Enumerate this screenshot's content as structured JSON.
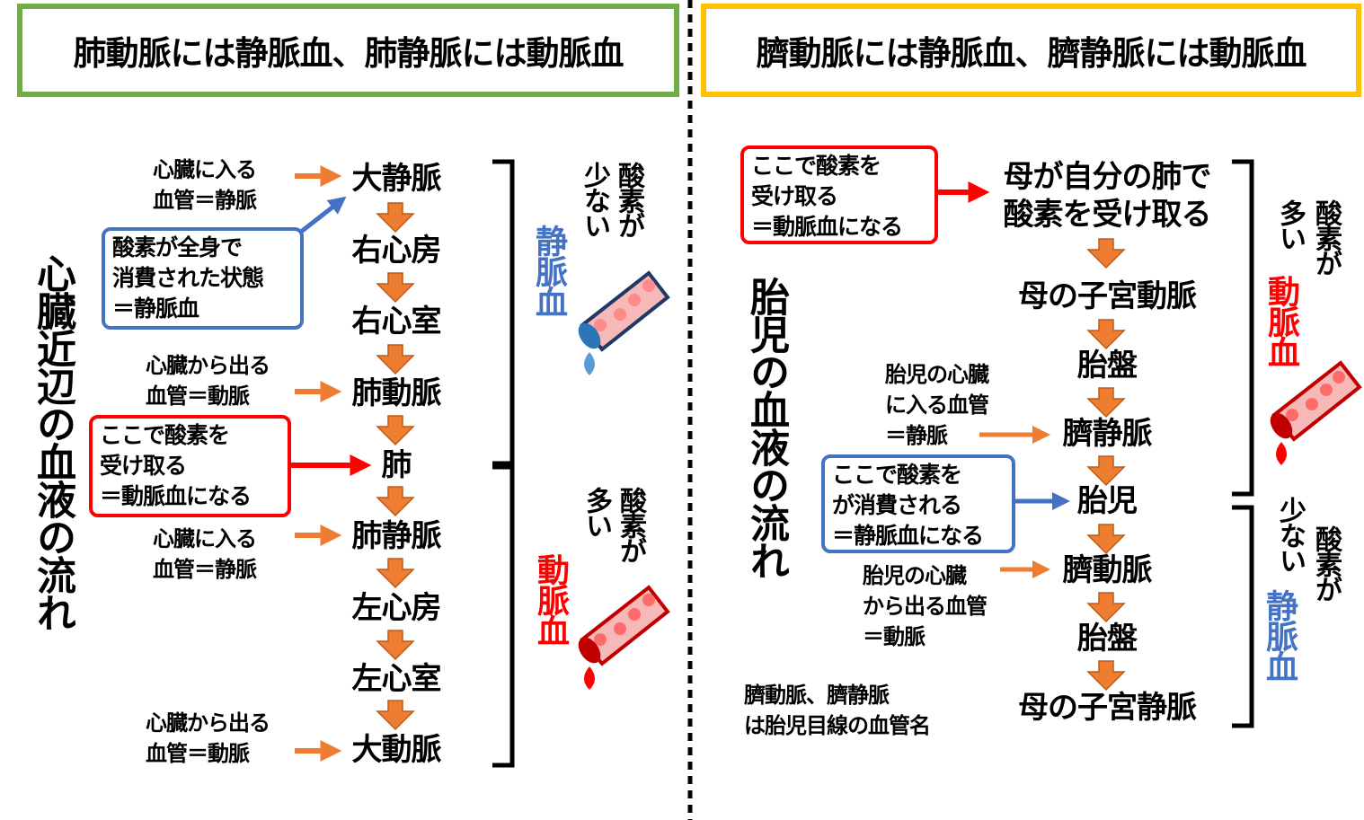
{
  "left": {
    "title": "肺動脈には静脈血、肺静脈には動脈血",
    "title_color": "#70AD47",
    "side_title": "心臓近辺の血液の流れ",
    "nodes": [
      "大静脈",
      "右心房",
      "右心室",
      "肺動脈",
      "肺",
      "肺静脈",
      "左心房",
      "左心室",
      "大動脈"
    ],
    "labels": [
      {
        "lines": [
          "心臓に入る",
          "血管＝静脈"
        ]
      },
      {
        "lines": [
          "心臓から出る",
          "血管＝動脈"
        ]
      },
      {
        "lines": [
          "心臓に入る",
          "血管＝静脈"
        ]
      },
      {
        "lines": [
          "心臓から出る",
          "血管＝動脈"
        ]
      }
    ],
    "blue_note": [
      "酸素が全身で",
      "消費された状態",
      "＝静脈血"
    ],
    "red_note": [
      "ここで酸素を",
      "受け取る",
      "＝動脈血になる"
    ],
    "upper_side": {
      "oxygen": [
        "酸素が",
        "少ない"
      ],
      "blood": "静脈血",
      "blood_color": "#4472C4"
    },
    "lower_side": {
      "oxygen": [
        "酸素が",
        "多い"
      ],
      "blood": "動脈血",
      "blood_color": "#FF0000"
    }
  },
  "right": {
    "title": "臍動脈には静脈血、臍静脈には動脈血",
    "title_color": "#FFC000",
    "side_title": "胎児の血液の流れ",
    "nodes": [
      [
        "母が自分の肺で",
        "酸素を受け取る"
      ],
      "母の子宮動脈",
      "胎盤",
      "臍静脈",
      "胎児",
      "臍動脈",
      "胎盤",
      "母の子宮静脈"
    ],
    "red_note": [
      "ここで酸素を",
      "受け取る",
      "＝動脈血になる"
    ],
    "blue_note": [
      "ここで酸素を",
      "が消費される",
      "＝静脈血になる"
    ],
    "label_vein": [
      "胎児の心臓",
      "に入る血管",
      "＝静脈"
    ],
    "label_artery": [
      "胎児の心臓",
      "から出る血管",
      "＝動脈"
    ],
    "footnote": [
      "臍動脈、臍静脈",
      "は胎児目線の血管名"
    ],
    "upper_side": {
      "oxygen": [
        "酸素が",
        "多い"
      ],
      "blood": "動脈血",
      "blood_color": "#FF0000"
    },
    "lower_side": {
      "oxygen": [
        "酸素が",
        "少ない"
      ],
      "blood": "静脈血",
      "blood_color": "#4472C4"
    }
  },
  "colors": {
    "arrow_orange": "#ED7D31",
    "red": "#FF0000",
    "blue": "#4472C4"
  }
}
